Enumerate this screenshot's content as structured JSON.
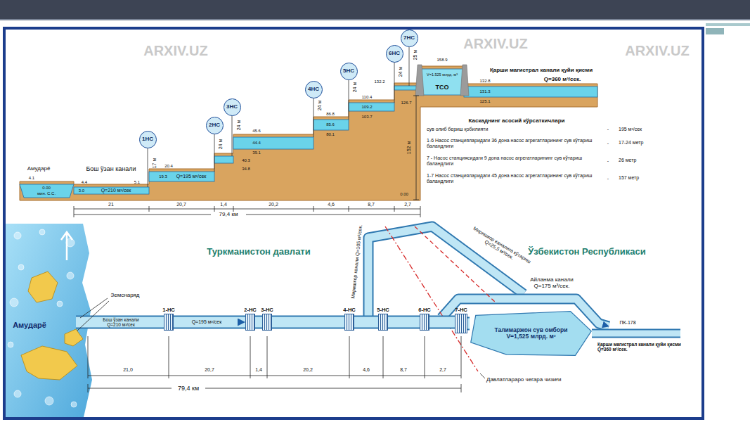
{
  "diagram": {
    "nodes": [
      {
        "text": [
          "1НС"
        ]
      },
      {
        "text": [
          "2НС"
        ]
      },
      {
        "text": [
          "3НС"
        ]
      },
      {
        "text": [
          "4НС"
        ]
      },
      {
        "text": [
          "5НС"
        ]
      },
      {
        "text": [
          "6НС"
        ]
      },
      {
        "text": [
          "7НС"
        ]
      },
      {
        "text": [
          "1-НС"
        ]
      },
      {
        "text": [
          "2-НС"
        ]
      },
      {
        "text": [
          "3-НС"
        ]
      },
      {
        "text": [
          "4-НС"
        ]
      },
      {
        "text": [
          "5-НС"
        ]
      },
      {
        "text": [
          "6-НС"
        ]
      },
      {
        "text": [
          "7-НС"
        ]
      },
      {
        "text": [
          "Талимаржон сув омбори",
          "V=1,525 млрд. м³"
        ]
      }
    ],
    "edges": [
      {
        "from": 7,
        "to": 8,
        "arrow": "to",
        "label": "Q=195 м³/сек"
      },
      {
        "from": 8,
        "to": 9,
        "arrow": "none"
      },
      {
        "from": 9,
        "to": 10,
        "arrow": "none"
      },
      {
        "from": 10,
        "to": 11,
        "arrow": "none"
      },
      {
        "from": 11,
        "to": 12,
        "arrow": "none"
      },
      {
        "from": 12,
        "to": 13,
        "arrow": "none"
      },
      {
        "from": 13,
        "to": 14,
        "arrow": "none"
      }
    ],
    "labels": [
      "ARXIV.UZ",
      "ARXIV.UZ",
      "ARXIV.UZ",
      "Амударё",
      "4.1",
      "0.00",
      "мин. С.С.",
      "Бош ўзан канали",
      "4.4",
      "5.1",
      "3.0",
      "Q=210 м³/сек",
      "17 м",
      "20.4",
      "19.3",
      "Q=195 м³/сек",
      "24 м",
      "24 м",
      "45.6",
      "44.4",
      "39.1",
      "40.3",
      "34.8",
      "24 м",
      "86.8",
      "85.6",
      "80.1",
      "24 м",
      "110.4",
      "109.2",
      "103.7",
      "132.2",
      "24 м",
      "25 м",
      "158.9",
      "V=1.525 млрд. м³",
      "ТСО",
      "126.7",
      "152 м",
      "0.00",
      "Қарши магистрал канали қуйи қисми",
      "132.8",
      "Q=360 м³/сек.",
      "131.3",
      "125.1",
      "21",
      "20,7",
      "1,4",
      "20,2",
      "4,6",
      "8,7",
      "2,7",
      "79,4 км",
      "Каскаднинг асосий кўрсаткичлари",
      "сув олиб бериш қобилияти",
      "-",
      "195 м³/сек",
      "1-6 Насос станцияларидаги 36 дона насос агрегатларининг сув кўтариш баландлиги",
      "-",
      "17-24 метр",
      "7 - Насос станциясидаги 9 дона насос агрегатларининг сув кўтариш баландлиги",
      "-",
      "26 метр",
      "1-7 Насос станцияларидаги 45 дона насос агрегатларининг сув кўтариш баландлиги",
      "-",
      "157 метр",
      "Туркманистон давлати",
      "Ўзбекистон Республикаси",
      "Амударё",
      "Земснаряд",
      "Бош ўзан канали Q=210 м³/сек",
      "Миришкор канали Q=105 м³/сек.",
      "Миришкор каналига кўтариш Q=25,5 м³/сек.",
      "Айланма канали Q=175 м³/сек.",
      "ПК-178",
      "Қарши магистрал канали қуйи қисми Q=360 м³/сек.",
      "Давлатлараро чегара чизиғи",
      "21,0",
      "20,7",
      "1,4",
      "20,2",
      "4,6",
      "8,7",
      "2,7",
      "79,4 км"
    ]
  }
}
